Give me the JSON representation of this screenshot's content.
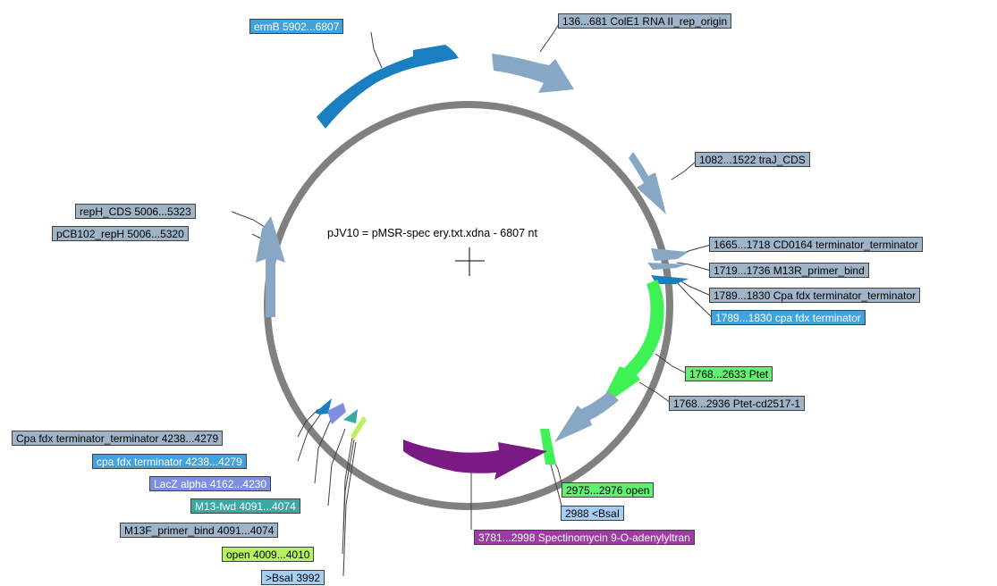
{
  "map": {
    "title": "pJV10 = pMSR-spec ery.txt.xdna - 6807 nt",
    "backbone_color": "#808080"
  },
  "features": [
    {
      "id": "ermB",
      "name": "ermB",
      "start": 5902,
      "end": 6807,
      "color": "#1a7fc1"
    },
    {
      "id": "cole1",
      "name": "ColE1 RNA II_rep_origin",
      "start": 136,
      "end": 681,
      "color": "#87a7c4"
    },
    {
      "id": "traj",
      "name": "traJ_CDS",
      "start": 1082,
      "end": 1522,
      "color": "#87a7c4"
    },
    {
      "id": "ptet",
      "name": "Ptet",
      "start": 1768,
      "end": 2633,
      "color": "#3ef255"
    },
    {
      "id": "ptet-cd",
      "name": "Ptet-cd2517-1",
      "start": 1768,
      "end": 2936,
      "color": "#87a7c4"
    },
    {
      "id": "spec",
      "name": "Spectinomycin 9-O-adenylyltran",
      "start": 2998,
      "end": 3781,
      "color": "#7b1a84"
    },
    {
      "id": "reph",
      "name": "repH_CDS",
      "start": 5006,
      "end": 5323,
      "color": "#87a7c4"
    }
  ],
  "labels": [
    {
      "id": "ermB",
      "text": "ermB  5902...6807",
      "bg": "#41a3de",
      "fg": "light"
    },
    {
      "id": "cole1",
      "text": "136...681  ColE1 RNA II_rep_origin",
      "bg": "#9fb4c7",
      "fg": "dark"
    },
    {
      "id": "traj",
      "text": "1082...1522  traJ_CDS",
      "bg": "#9fb4c7",
      "fg": "dark"
    },
    {
      "id": "cd0164",
      "text": "1665...1718  CD0164 terminator_terminator",
      "bg": "#9fb4c7",
      "fg": "dark"
    },
    {
      "id": "m13r",
      "text": "1719...1736  M13R_primer_bind",
      "bg": "#9fb4c7",
      "fg": "dark"
    },
    {
      "id": "cpa1",
      "text": "1789...1830  Cpa fdx terminator_terminator",
      "bg": "#9fb4c7",
      "fg": "dark"
    },
    {
      "id": "cpa2",
      "text": "1789...1830  cpa fdx terminator",
      "bg": "#41a3de",
      "fg": "light"
    },
    {
      "id": "ptet",
      "text": "1768...2633  Ptet",
      "bg": "#5ef270",
      "fg": "dark"
    },
    {
      "id": "ptet-cd",
      "text": "1768...2936  Ptet-cd2517-1",
      "bg": "#9fb4c7",
      "fg": "dark"
    },
    {
      "id": "open1",
      "text": "2975...2976  open",
      "bg": "#5ef270",
      "fg": "dark"
    },
    {
      "id": "bsal1",
      "text": "2988  <BsaI",
      "bg": "#a6cdf2",
      "fg": "dark"
    },
    {
      "id": "spec",
      "text": "3781...2998  Spectinomycin 9-O-adenylyltran",
      "bg": "#a03aa6",
      "fg": "light"
    },
    {
      "id": "reph1",
      "text": "repH_CDS  5006...5323",
      "bg": "#9fb4c7",
      "fg": "dark"
    },
    {
      "id": "reph2",
      "text": "pCB102_repH  5006...5320",
      "bg": "#9fb4c7",
      "fg": "dark"
    },
    {
      "id": "cpa3",
      "text": "Cpa fdx terminator_terminator  4238...4279",
      "bg": "#9fb4c7",
      "fg": "dark"
    },
    {
      "id": "cpa4",
      "text": "cpa fdx terminator  4238...4279",
      "bg": "#41a3de",
      "fg": "light"
    },
    {
      "id": "lacz",
      "text": "LacZ alpha  4162...4230",
      "bg": "#7e8fe0",
      "fg": "light"
    },
    {
      "id": "m13fwd",
      "text": "M13-fwd  4091...4074",
      "bg": "#38a9a5",
      "fg": "light"
    },
    {
      "id": "m13f",
      "text": "M13F_primer_bind  4091...4074",
      "bg": "#9fb4c7",
      "fg": "dark"
    },
    {
      "id": "open2",
      "text": "open  4009...4010",
      "bg": "#b6f25c",
      "fg": "dark"
    },
    {
      "id": "bsal2",
      "text": ">BsaI  3992",
      "bg": "#a6cdf2",
      "fg": "dark"
    }
  ]
}
